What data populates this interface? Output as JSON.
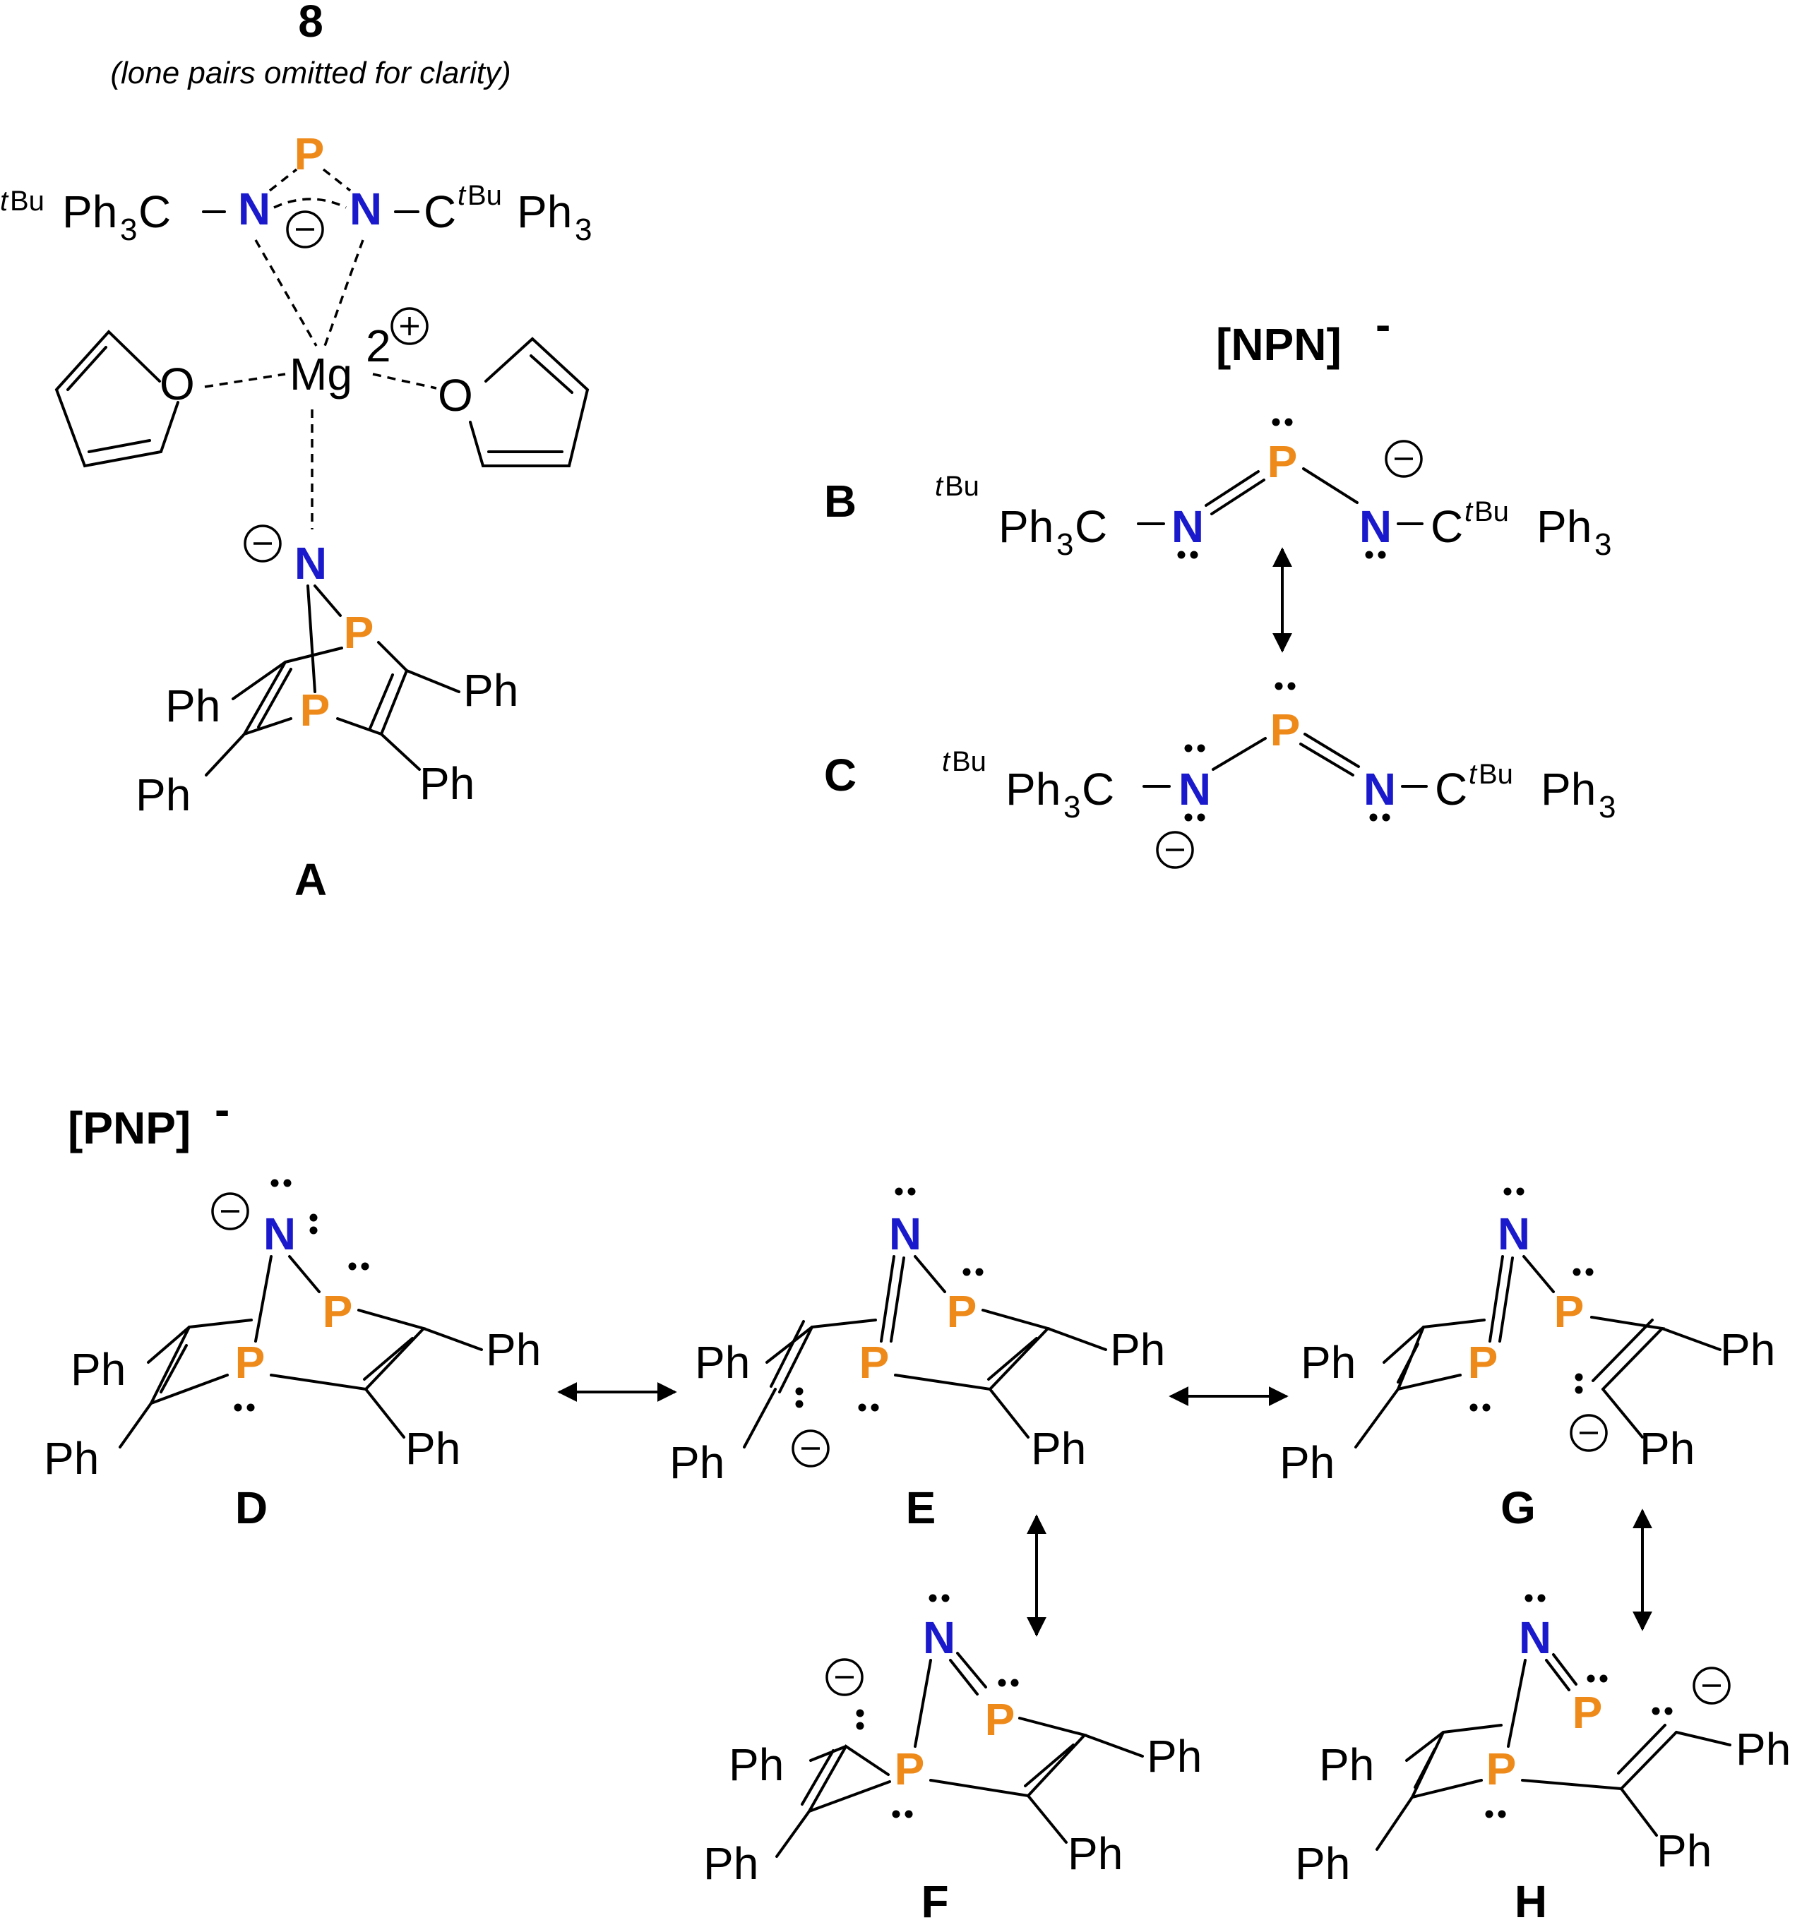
{
  "colors": {
    "nitrogen": "#1a1acc",
    "phosphorus": "#ee8a1a",
    "bond": "#000000"
  },
  "headings": {
    "npn": "[NPN]",
    "npn_charge": "-",
    "pnp": "[PNP]",
    "pnp_charge": "-"
  },
  "compound8": {
    "number": "8",
    "note": "(lone pairs omitted for clarity)",
    "metal": "Mg",
    "metal_charge": "2",
    "oxygen": "O"
  },
  "atoms": {
    "N": "N",
    "P": "P",
    "O": "O"
  },
  "groups": {
    "ph": "Ph",
    "tbu": "tBu",
    "tbu_t": "t",
    "tbu_bu": "Bu",
    "ph3": "Ph",
    "sub3": "3",
    "c": "C"
  },
  "ids": {
    "A": "A",
    "B": "B",
    "C": "C",
    "D": "D",
    "E": "E",
    "F": "F",
    "G": "G",
    "H": "H"
  },
  "arrows": [
    {
      "name": "B-C resonance",
      "orientation": "vertical"
    },
    {
      "name": "D-E resonance",
      "orientation": "horizontal"
    },
    {
      "name": "E-G resonance",
      "orientation": "horizontal"
    },
    {
      "name": "E-F resonance",
      "orientation": "vertical"
    },
    {
      "name": "G-H resonance",
      "orientation": "vertical"
    }
  ]
}
